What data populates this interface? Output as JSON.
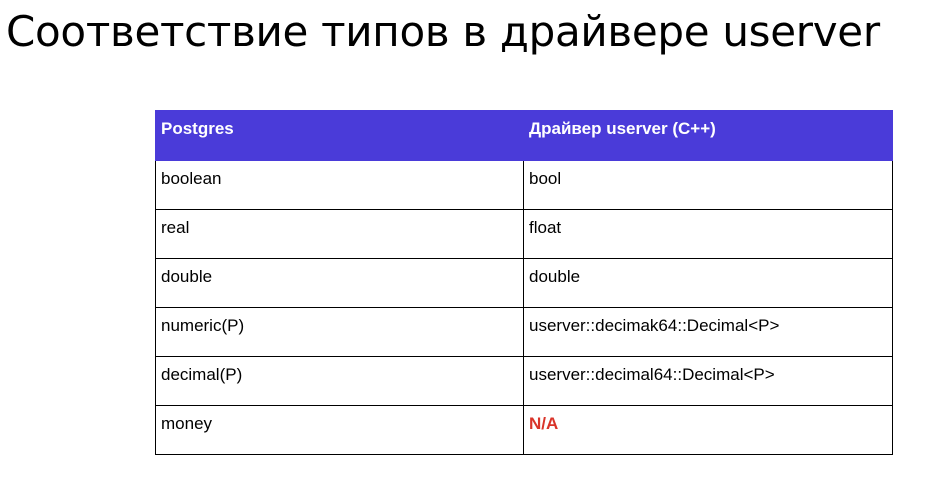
{
  "slide": {
    "title": "Соответствие типов в драйвере userver"
  },
  "table": {
    "headers": [
      "Postgres",
      "Драйвер userver (C++)"
    ],
    "rows": [
      [
        "boolean",
        "bool"
      ],
      [
        "real",
        "float"
      ],
      [
        "double",
        "double"
      ],
      [
        "numeric(P)",
        "userver::decimak64::Decimal<P>"
      ],
      [
        "decimal(P)",
        "userver::decimal64::Decimal<P>"
      ],
      [
        "money",
        "N/A"
      ]
    ]
  },
  "colors": {
    "header_background": "#4a3bd9",
    "header_text": "#ffffff",
    "na_text": "#d9342a"
  }
}
